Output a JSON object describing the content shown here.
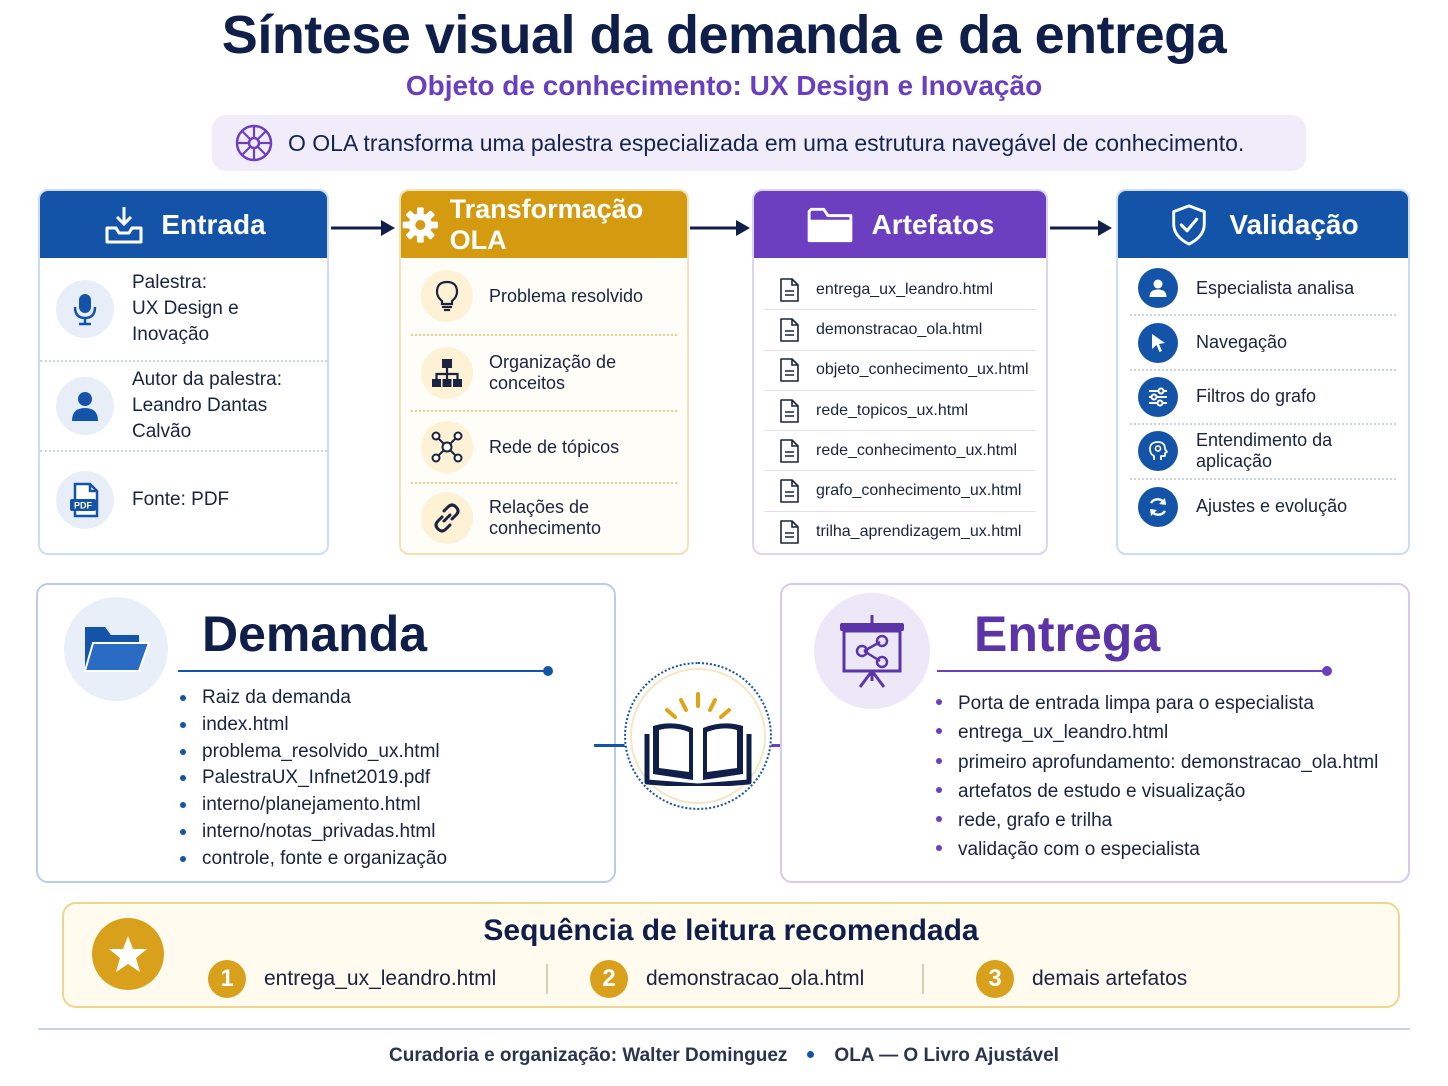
{
  "header": {
    "title": "Síntese visual da demanda e da entrega",
    "subtitle": "Objeto de conhecimento: UX Design e Inovação",
    "intro": "O OLA transforma uma palestra especializada em uma estrutura navegável de conhecimento."
  },
  "entrada": {
    "title": "Entrada",
    "items": [
      {
        "line1": "Palestra:",
        "line2": "UX Design e Inovação",
        "icon": "microphone-icon"
      },
      {
        "line1": "Autor da palestra:",
        "line2": "Leandro Dantas Calvão",
        "icon": "person-icon"
      },
      {
        "line1": "Fonte: PDF",
        "icon": "pdf-file-icon",
        "icon_text": "PDF"
      }
    ]
  },
  "transformacao": {
    "title": "Transformação OLA",
    "items": [
      {
        "label": "Problema resolvido",
        "icon": "lightbulb-icon"
      },
      {
        "label": "Organização de conceitos",
        "icon": "hierarchy-icon"
      },
      {
        "label": "Rede de tópicos",
        "icon": "network-icon"
      },
      {
        "label": "Relações de conhecimento",
        "icon": "link-icon"
      }
    ]
  },
  "artefatos": {
    "title": "Artefatos",
    "items": [
      "entrega_ux_leandro.html",
      "demonstracao_ola.html",
      "objeto_conhecimento_ux.html",
      "rede_topicos_ux.html",
      "rede_conhecimento_ux.html",
      "grafo_conhecimento_ux.html",
      "trilha_aprendizagem_ux.html"
    ]
  },
  "validacao": {
    "title": "Validação",
    "items": [
      {
        "label": "Especialista analisa",
        "icon": "user-icon"
      },
      {
        "label": "Navegação",
        "icon": "cursor-icon"
      },
      {
        "label": "Filtros do grafo",
        "icon": "sliders-icon"
      },
      {
        "label": "Entendimento da aplicação",
        "icon": "head-icon"
      },
      {
        "label": "Ajustes e evolução",
        "icon": "refresh-icon"
      }
    ]
  },
  "demanda": {
    "title": "Demanda",
    "items": [
      "Raiz da demanda",
      "index.html",
      "problema_resolvido_ux.html",
      "PalestraUX_Infnet2019.pdf",
      "interno/planejamento.html",
      "interno/notas_privadas.html",
      "controle, fonte e organização"
    ]
  },
  "entrega": {
    "title": "Entrega",
    "items": [
      "Porta de entrada limpa para o especialista",
      "entrega_ux_leandro.html",
      "primeiro aprofundamento: demonstracao_ola.html",
      "artefatos de estudo e visualização",
      "rede, grafo e trilha",
      "validação com o especialista"
    ]
  },
  "sequencia": {
    "title": "Sequência de leitura recomendada",
    "steps": [
      {
        "num": "1",
        "label": "entrega_ux_leandro.html"
      },
      {
        "num": "2",
        "label": "demonstracao_ola.html"
      },
      {
        "num": "3",
        "label": "demais artefatos"
      }
    ]
  },
  "footer": {
    "credit": "Curadoria e organização: Walter Dominguez",
    "brand": "OLA — O Livro Ajustável"
  },
  "colors": {
    "blue": "#1454a8",
    "gold": "#d49a10",
    "purple": "#6b3fbf",
    "navy": "#0f1f4a"
  }
}
